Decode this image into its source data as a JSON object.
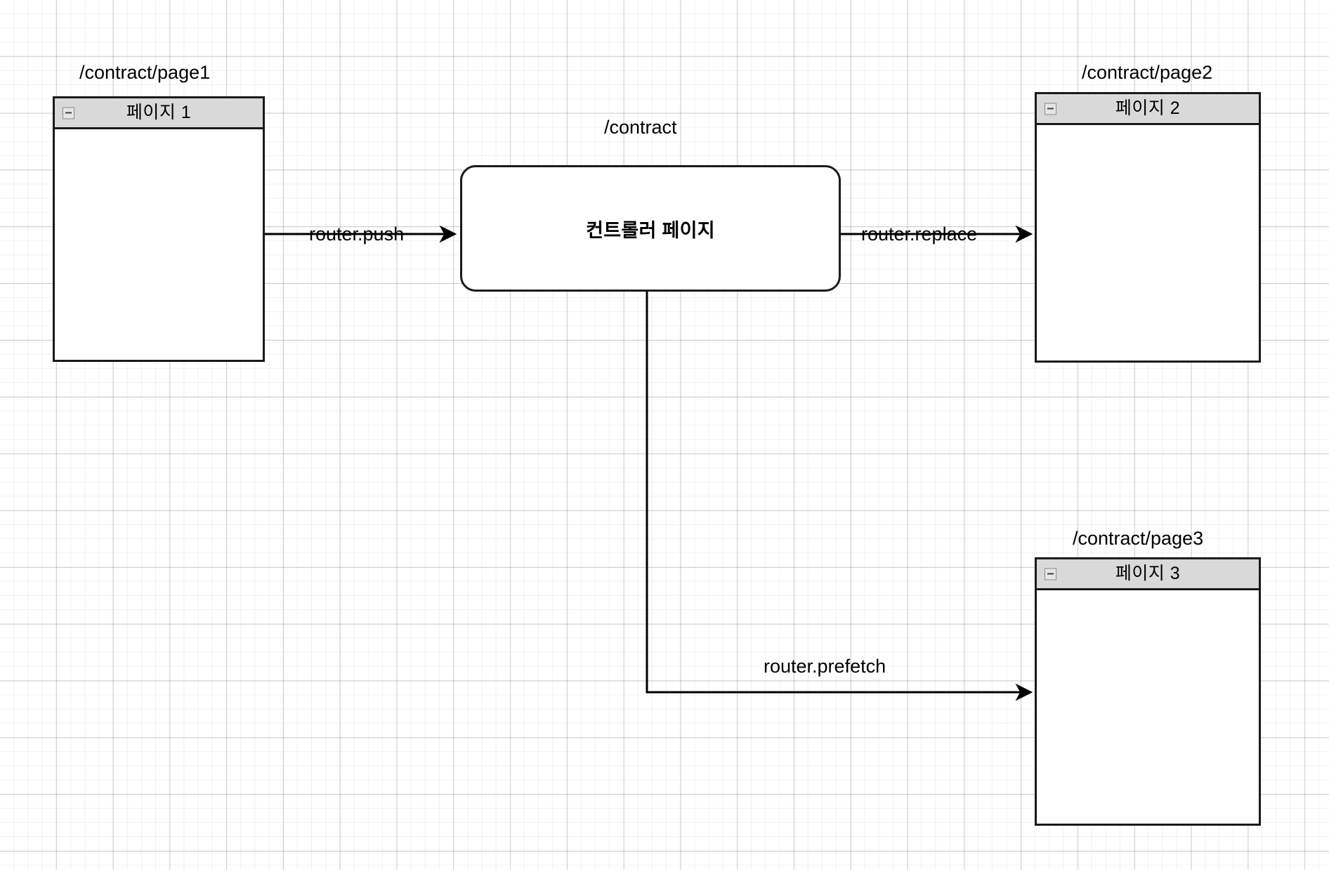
{
  "diagram": {
    "title": "Next.js router navigation flow",
    "background": {
      "style": "graph-paper-grid",
      "minor_grid_color": "#eeeeee",
      "major_grid_color": "#d5d5d5",
      "page_color": "#ffffff"
    },
    "colors": {
      "node_border": "#1a1a1a",
      "node_fill": "#ffffff",
      "header_fill": "#d9d9d9",
      "edge": "#000000",
      "text": "#000000"
    }
  },
  "nodes": [
    {
      "id": "page1",
      "kind": "window",
      "route_caption": "/contract/page1",
      "title": "페이지 1",
      "collapse_icon": "minus-box-icon"
    },
    {
      "id": "controller",
      "kind": "rounded-rect",
      "route_caption": "/contract",
      "title": "컨트롤러 페이지"
    },
    {
      "id": "page2",
      "kind": "window",
      "route_caption": "/contract/page2",
      "title": "페이지 2",
      "collapse_icon": "minus-box-icon"
    },
    {
      "id": "page3",
      "kind": "window",
      "route_caption": "/contract/page3",
      "title": "페이지 3",
      "collapse_icon": "minus-box-icon"
    }
  ],
  "edges": [
    {
      "id": "edge-push",
      "label": "router.push",
      "from": "page1",
      "to": "controller",
      "arrowhead": "end",
      "shape": "straight-horizontal"
    },
    {
      "id": "edge-replace",
      "label": "router.replace",
      "from": "controller",
      "to": "page2",
      "arrowhead": "end",
      "shape": "straight-horizontal"
    },
    {
      "id": "edge-prefetch",
      "label": "router.prefetch",
      "from": "controller",
      "to": "page3",
      "arrowhead": "end",
      "shape": "elbow-down-right"
    }
  ]
}
